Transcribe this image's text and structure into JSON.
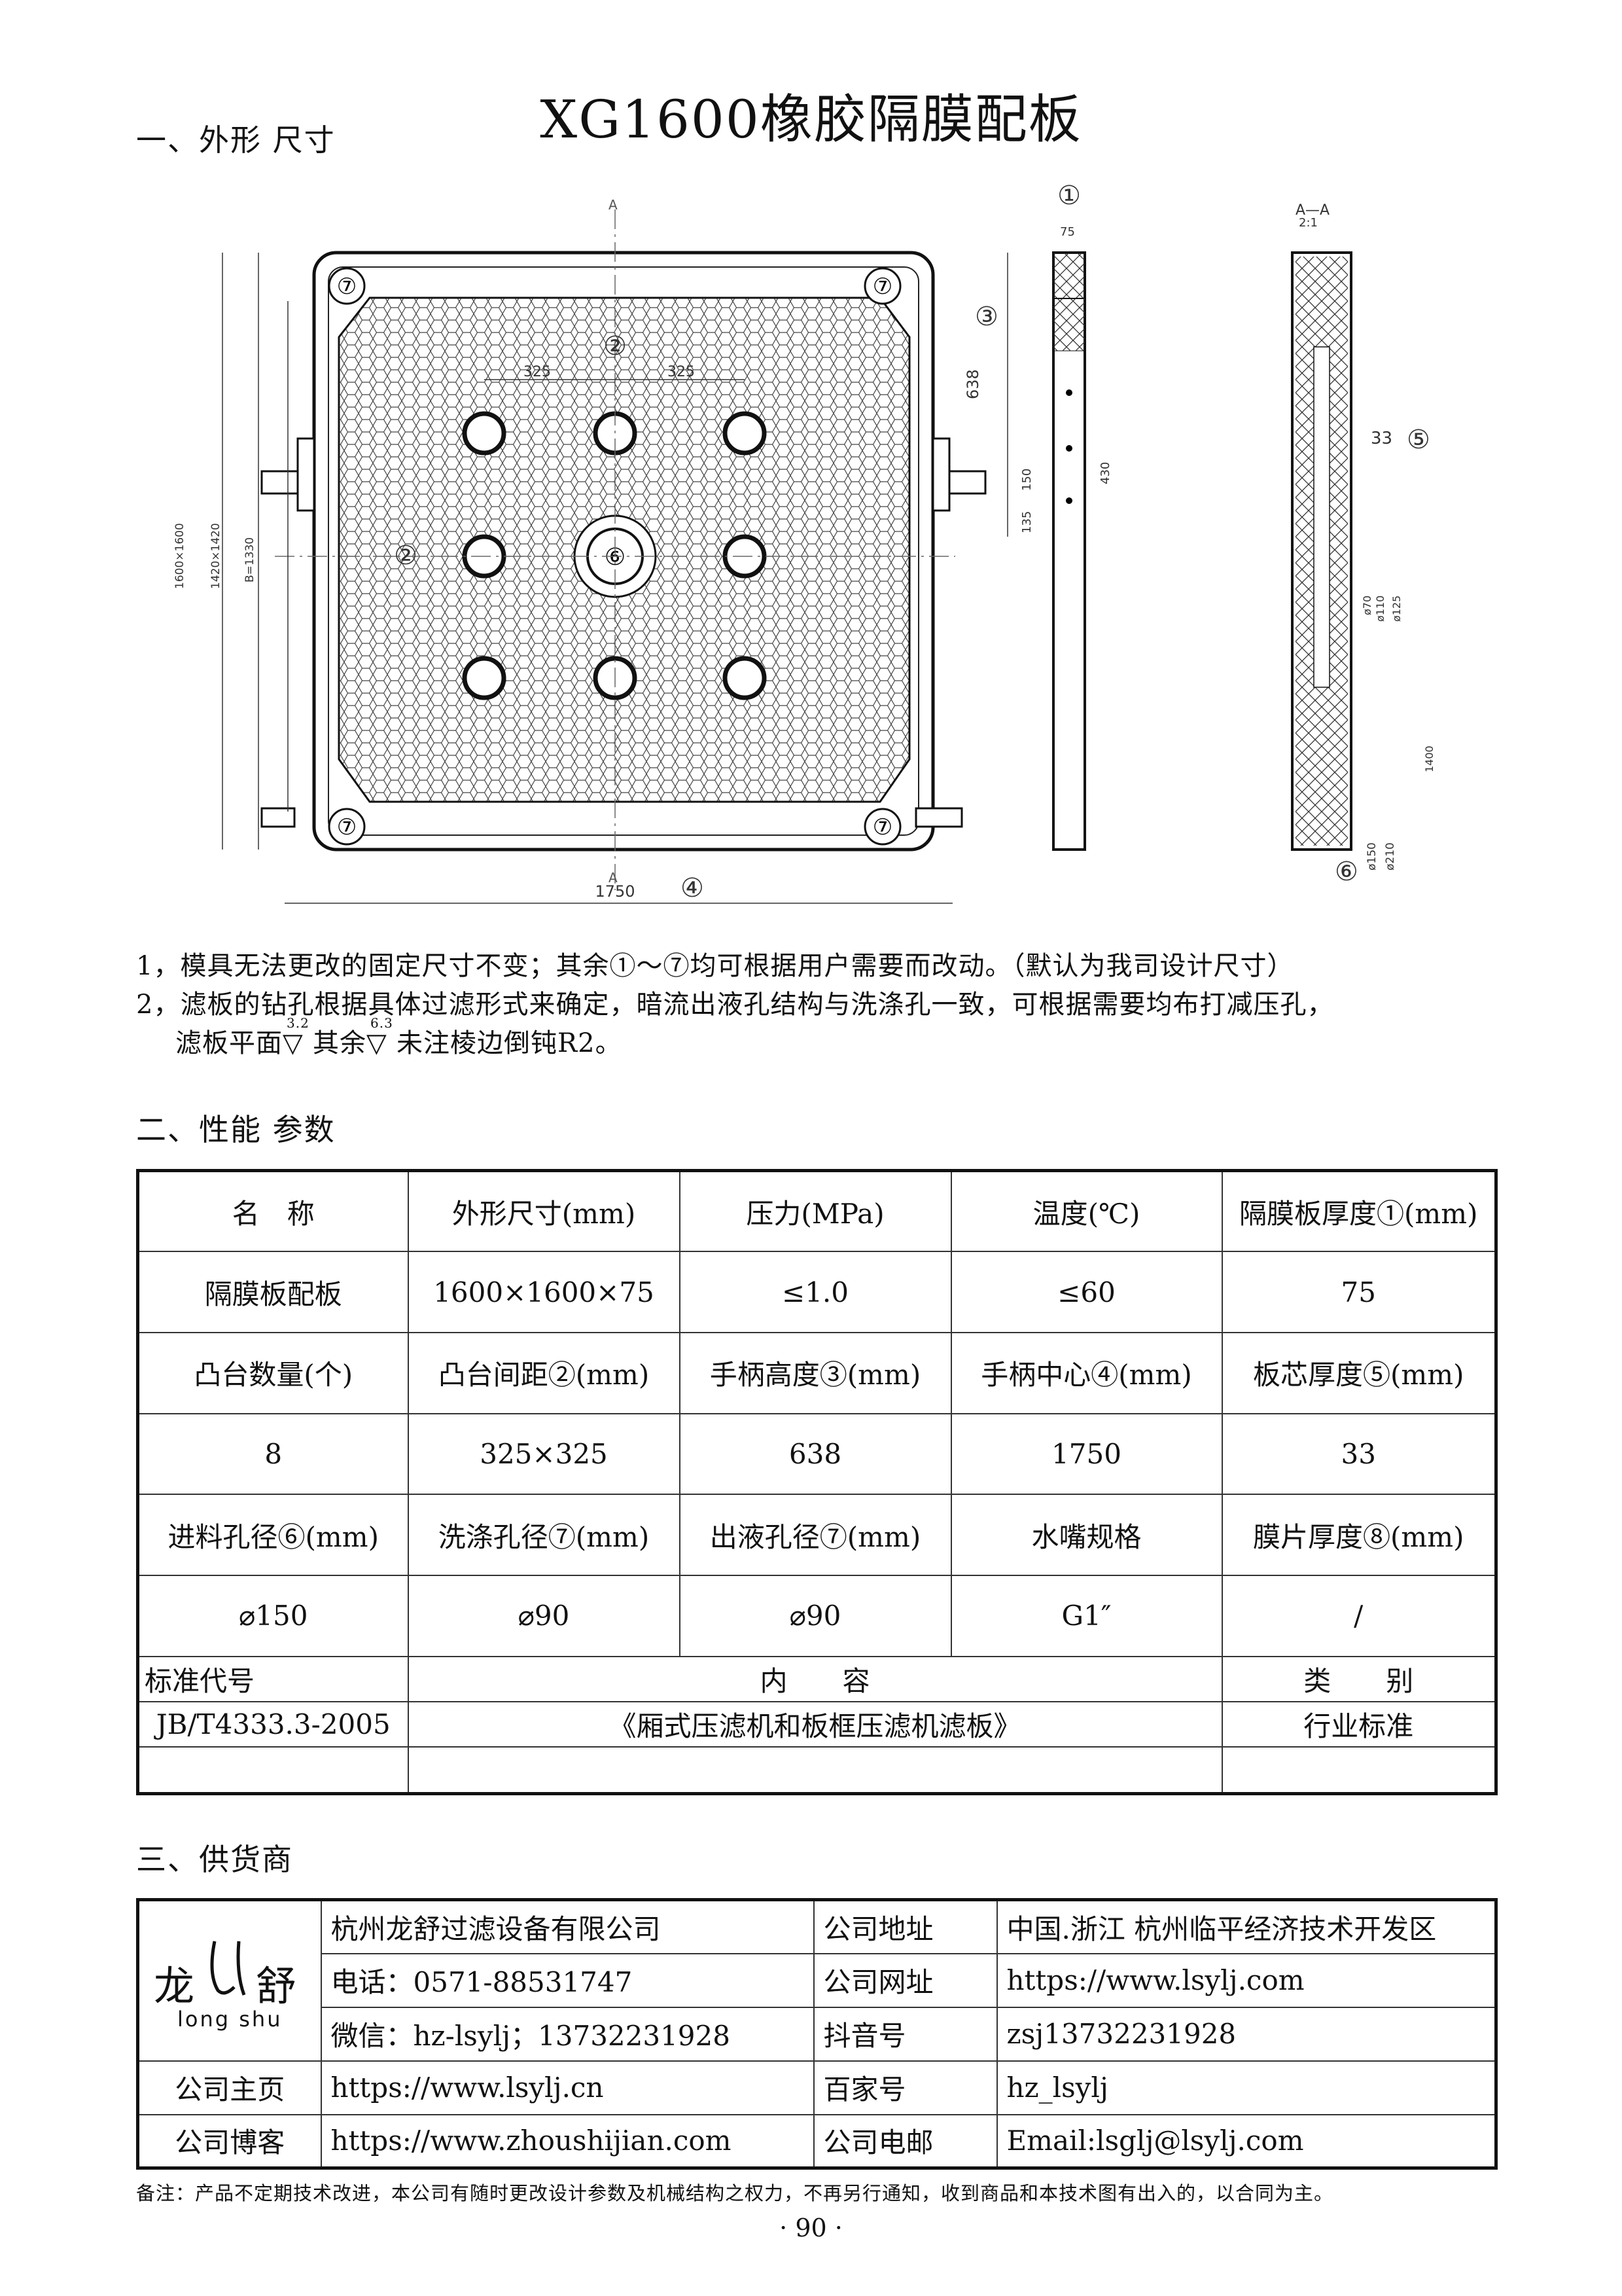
{
  "document": {
    "title": "XG1600橡胶隔膜配板",
    "section1": "一、外形 尺寸",
    "section2": "二、性能 参数",
    "section3": "三、供货商"
  },
  "drawing": {
    "label_1": "①",
    "label_2": "②",
    "label_3": "③",
    "label_4": "④",
    "label_5": "⑤",
    "label_6": "⑥",
    "label_7": "⑦",
    "dim_325": "325",
    "dim_638": "638",
    "dim_1750": "1750",
    "dim_75": "75",
    "dim_33": "33",
    "dim_430": "430",
    "dim_150": "150",
    "dim_135": "135",
    "section_mark": "A—A",
    "scale": "2:1",
    "axis_a": "A",
    "dim_1600": "1600×1600",
    "dim_1420": "1420×1420",
    "dim_1330": "B=1330",
    "dim_phi150": "ø150",
    "dim_phi210": "ø210",
    "dim_phi70": "ø70",
    "dim_phi110": "ø110",
    "dim_phi125": "ø125",
    "dim_1400": "1400"
  },
  "notes": {
    "line1": "1，模具无法更改的固定尺寸不变；其余①～⑦均可根据用户需要而改动。（默认为我司设计尺寸）",
    "line2": "2，滤板的钻孔根据具体过滤形式来确定，暗流出液孔结构与洗涤孔一致，可根据需要均布打减压孔，",
    "line3_a": "滤板平面",
    "line3_b": "其余",
    "line3_c": "未注棱边倒钝R2。",
    "rough1": "3.2",
    "rough2": "6.3"
  },
  "spec_table": {
    "rows": [
      [
        "名　称",
        "外形尺寸(mm)",
        "压力(MPa)",
        "温度(℃)",
        "隔膜板厚度①(mm)"
      ],
      [
        "隔膜板配板",
        "1600×1600×75",
        "≤1.0",
        "≤60",
        "75"
      ],
      [
        "凸台数量(个)",
        "凸台间距②(mm)",
        "手柄高度③(mm)",
        "手柄中心④(mm)",
        "板芯厚度⑤(mm)"
      ],
      [
        "8",
        "325×325",
        "638",
        "1750",
        "33"
      ],
      [
        "进料孔径⑥(mm)",
        "洗涤孔径⑦(mm)",
        "出液孔径⑦(mm)",
        "水嘴规格",
        "膜片厚度⑧(mm)"
      ],
      [
        "⌀150",
        "⌀90",
        "⌀90",
        "G1″",
        "/"
      ]
    ],
    "std_header": [
      "标准代号",
      "内　　容",
      "类　　别"
    ],
    "std_row": [
      "JB/T4333.3-2005",
      "《厢式压滤机和板框压滤机滤板》",
      "行业标准"
    ]
  },
  "supplier": {
    "logo_cn_1": "龙",
    "logo_cn_2": "舒",
    "logo_en": "long shu",
    "company": "杭州龙舒过滤设备有限公司",
    "phone": "电话：0571-88531747",
    "wechat": "微信：hz-lsylj；13732231928",
    "address_label": "公司地址",
    "address": "中国.浙江 杭州临平经济技术开发区",
    "website_label": "公司网址",
    "website": "https://www.lsylj.com",
    "douyin_label": "抖音号",
    "douyin": "zsj13732231928",
    "homepage_label": "公司主页",
    "homepage": "https://www.lsylj.cn",
    "baijia_label": "百家号",
    "baijia": "hz_lsylj",
    "blog_label": "公司博客",
    "blog": "https://www.zhoushijian.com",
    "email_label": "公司电邮",
    "email": "Email:lsglj@lsylj.com"
  },
  "footer": {
    "note": "备注：产品不定期技术改进，本公司有随时更改设计参数及机械结构之权力，不再另行通知，收到商品和本技术图有出入的，以合同为主。",
    "page": "· 90 ·"
  }
}
